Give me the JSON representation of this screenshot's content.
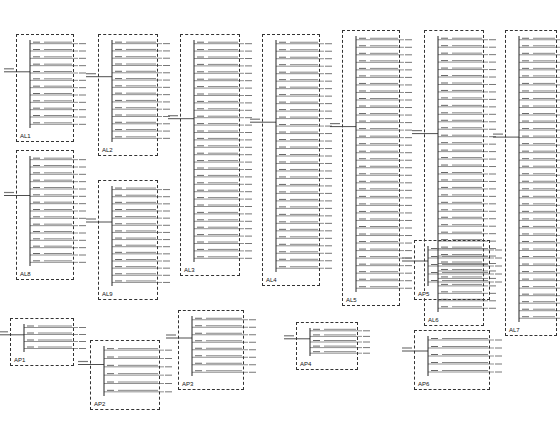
{
  "diagram": {
    "nodes": [
      {
        "text": [
          "AL1"
        ]
      },
      {
        "text": [
          "AL2"
        ]
      },
      {
        "text": [
          "AL3"
        ]
      },
      {
        "text": [
          "AL4"
        ]
      },
      {
        "text": [
          "AL5"
        ]
      },
      {
        "text": [
          "AL6"
        ]
      },
      {
        "text": [
          "AL7"
        ]
      },
      {
        "text": [
          "AL8"
        ]
      },
      {
        "text": [
          "AL9"
        ]
      },
      {
        "text": [
          "AP1"
        ]
      },
      {
        "text": [
          "AP2"
        ]
      },
      {
        "text": [
          "AP3"
        ]
      },
      {
        "text": [
          "AP4"
        ]
      },
      {
        "text": [
          "AP5"
        ]
      },
      {
        "text": [
          "AP6"
        ]
      }
    ]
  }
}
